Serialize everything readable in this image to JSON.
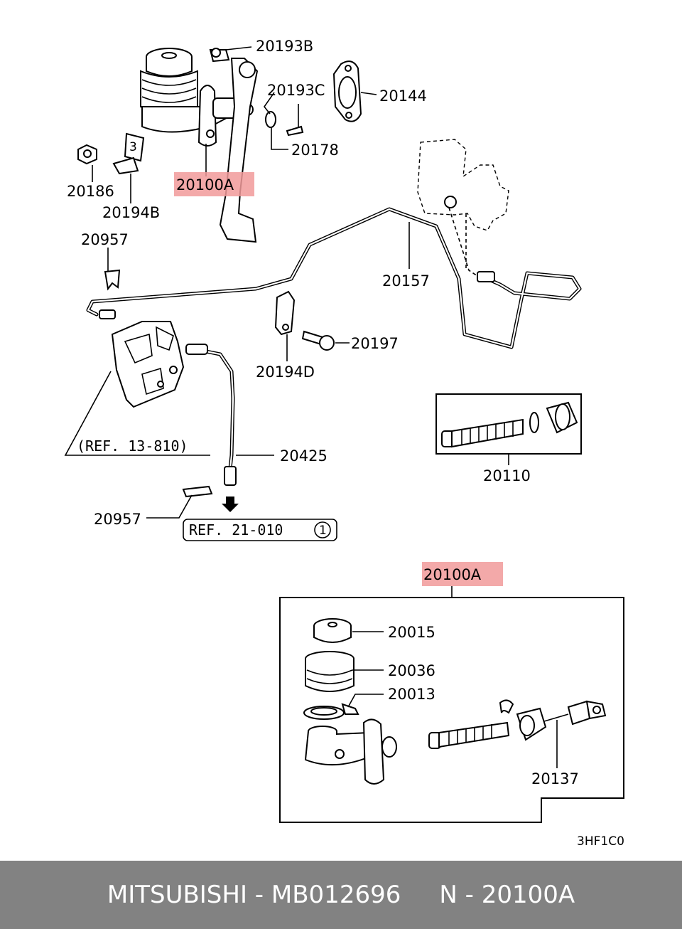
{
  "labels": {
    "p20193B": "20193B",
    "p20193C": "20193C",
    "p20144": "20144",
    "p20178": "20178",
    "p20100A_top": "20100A",
    "p20186": "20186",
    "p20194B": "20194B",
    "p20957_top": "20957",
    "p20157": "20157",
    "p20197": "20197",
    "p20194D": "20194D",
    "ref_13_810": "(REF. 13-810)",
    "p20425": "20425",
    "p20110": "20110",
    "p20957_bottom": "20957",
    "ref_21_010": "REF. 21-010",
    "ref_21_010_num": "1",
    "p20100A_inset": "20100A",
    "p20015": "20015",
    "p20036": "20036",
    "p20013": "20013",
    "p20137": "20137",
    "diagram_code": "3HF1C0",
    "bracket_mark": "3"
  },
  "highlight_color": "#f19a9a",
  "footer": {
    "brand": "MITSUBISHI",
    "separator1": " - ",
    "part_number": "MB012696",
    "spacer": "     ",
    "ref_prefix": "N",
    "separator2": " - ",
    "ref_code": "20100A"
  }
}
